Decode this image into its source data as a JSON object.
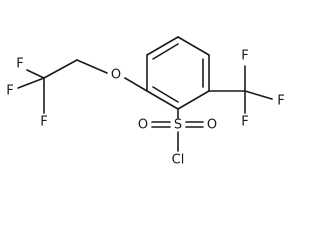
{
  "molecule": {
    "atoms": {
      "F": "F",
      "O": "O",
      "S": "S",
      "Cl": "Cl"
    }
  }
}
